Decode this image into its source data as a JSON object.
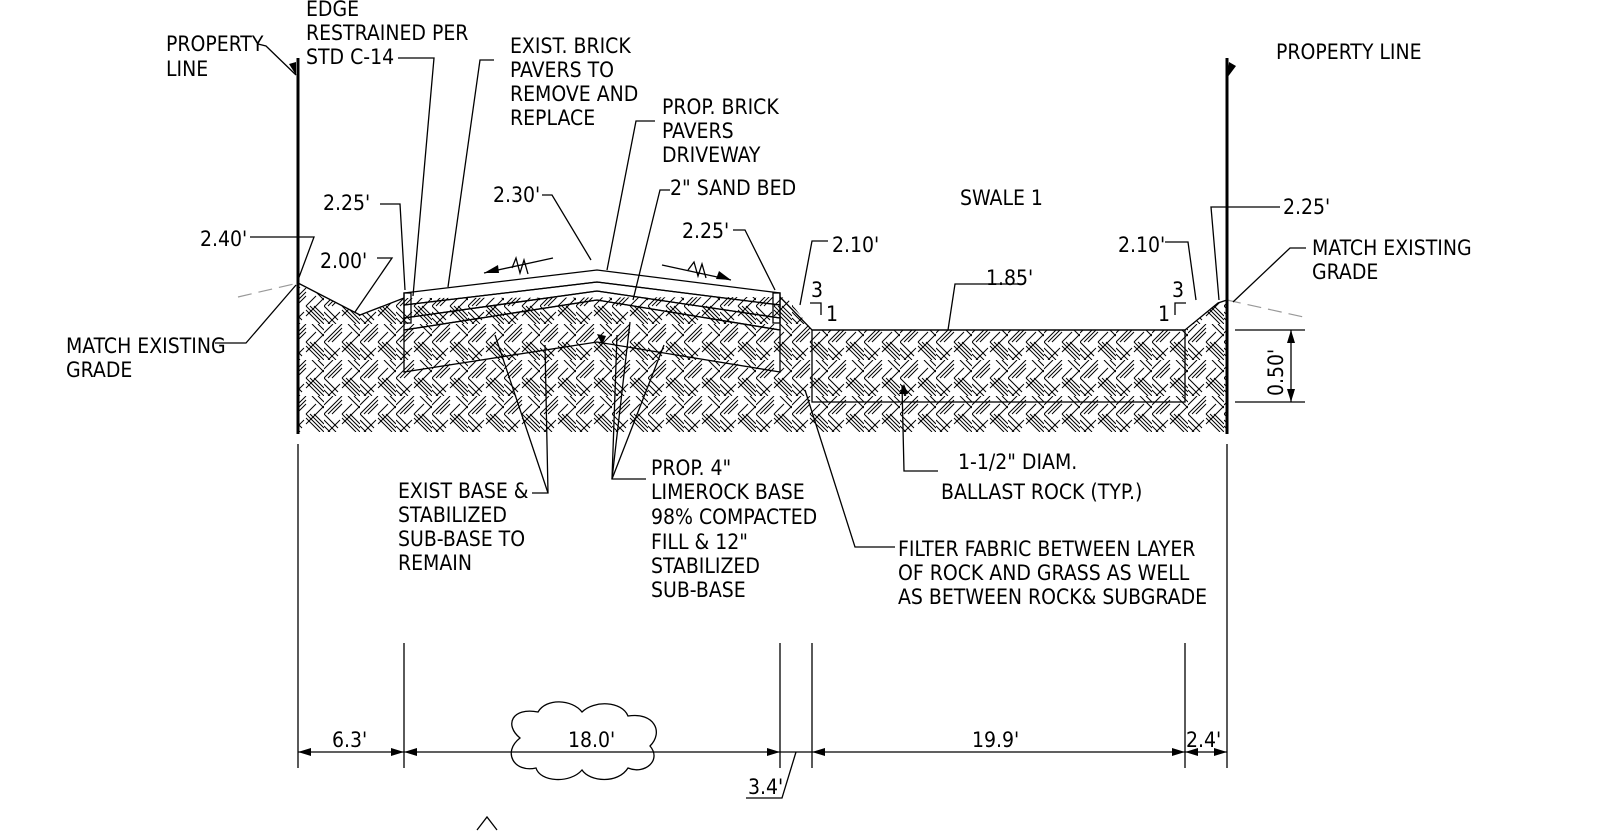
{
  "labels": {
    "property_line_left": [
      "PROPERTY",
      "LINE"
    ],
    "property_line_right": "PROPERTY LINE",
    "edge_restrained": [
      "EDGE",
      "RESTRAINED PER",
      "STD C-14"
    ],
    "exist_brick": [
      "EXIST. BRICK",
      "PAVERS TO",
      "REMOVE AND",
      "REPLACE"
    ],
    "prop_brick": [
      "PROP. BRICK",
      "PAVERS",
      "DRIVEWAY"
    ],
    "sand_bed": "2\" SAND BED",
    "swale": "SWALE 1",
    "match_grade_left": [
      "MATCH EXISTING",
      "GRADE"
    ],
    "match_grade_right": [
      "MATCH EXISTING",
      "GRADE"
    ],
    "exist_base": [
      "EXIST BASE &",
      "STABILIZED",
      "SUB-BASE TO",
      "REMAIN"
    ],
    "prop_base": [
      "PROP. 4\"",
      "LIMEROCK BASE",
      "98% COMPACTED",
      "FILL & 12\"",
      "STABILIZED",
      "SUB-BASE"
    ],
    "ballast": [
      "1-1/2\" DIAM.",
      "BALLAST ROCK (TYP.)"
    ],
    "filter_fabric": [
      "FILTER  FABRIC  BETWEEN  LAYER",
      "OF  ROCK  AND  GRASS  AS  WELL",
      "AS BETWEEN ROCK& SUBGRADE"
    ]
  },
  "elevations": {
    "e240": "2.40'",
    "e225a": "2.25'",
    "e200": "2.00'",
    "e230": "2.30'",
    "e225b": "2.25'",
    "e210a": "2.10'",
    "e185": "1.85'",
    "e210b": "2.10'",
    "e225c": "2.25'",
    "depth": "0.50'"
  },
  "slopes": {
    "left": [
      "3",
      "1"
    ],
    "right": [
      "3",
      "1"
    ]
  },
  "dimensions": {
    "d1": "6.3'",
    "d2": "18.0'",
    "d3": "3.4'",
    "d4": "19.9'",
    "d5": "2.4'"
  }
}
